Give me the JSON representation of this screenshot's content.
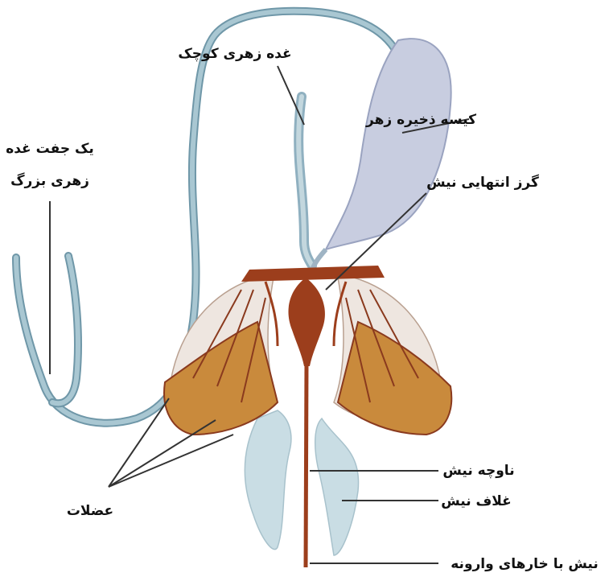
{
  "labels": {
    "small_gland": "غده زهری کوچک",
    "venom_sac": "کیسه ذخیره زهر",
    "large_gland_line1": "یک جفت غده",
    "large_gland_line2": "زهری بزرگ",
    "sting_bulb": "گرز انتهایی نیش",
    "sting_groove": "ناوچه نیش",
    "sting_sheath": "غلاف نیش",
    "muscles": "عضلات",
    "barbed_sting": "نیش با خارهای وارونه"
  },
  "colors": {
    "gland": "#a9c7d2",
    "gland_outline": "#6f97a8",
    "sac": "#c8cde0",
    "muscle": "#c98a3c",
    "muscle_dark": "#8a3a1e",
    "sting": "#9c3e1c",
    "sheath": "#c9dde4",
    "leader_line": "#333333"
  }
}
